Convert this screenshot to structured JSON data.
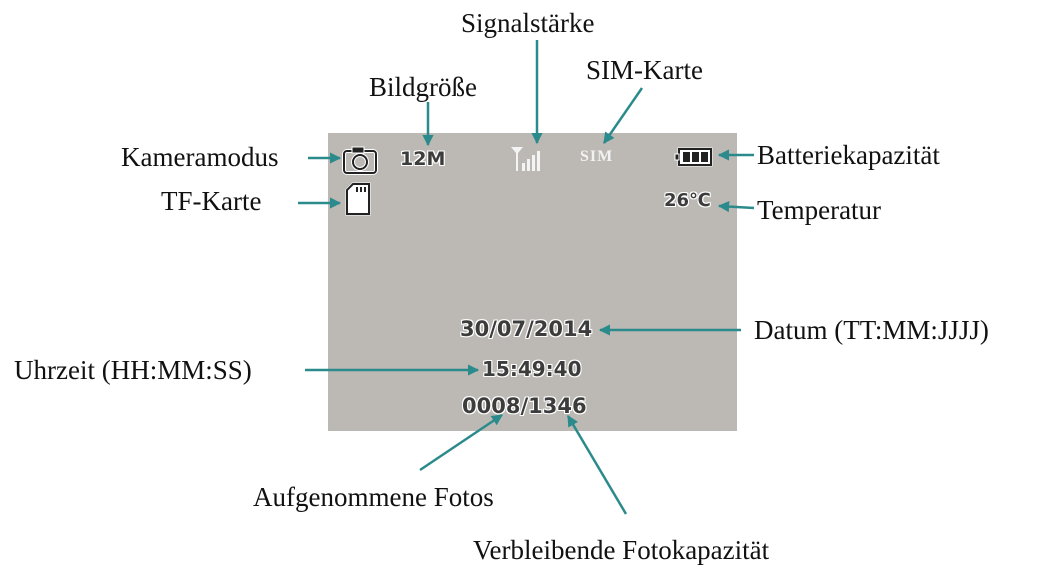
{
  "labels": {
    "signal": "Signalstärke",
    "sim": "SIM-Karte",
    "image_size": "Bildgröße",
    "camera_mode": "Kameramodus",
    "battery": "Batteriekapazität",
    "tf_card": "TF-Karte",
    "temperature": "Temperatur",
    "date": "Datum (TT:MM:JJJJ)",
    "time": "Uhrzeit (HH:MM:SS)",
    "photos_taken": "Aufgenommene Fotos",
    "remaining": "Verbleibende Fotokapazität"
  },
  "display": {
    "resolution": "12M",
    "sim_text": "SIM",
    "temperature": "26℃",
    "date": "30/07/2014",
    "time": "15:49:40",
    "counter": "0008/1346"
  },
  "colors": {
    "arrow": "#2b8a8c",
    "screen": "#bcb9b4"
  }
}
